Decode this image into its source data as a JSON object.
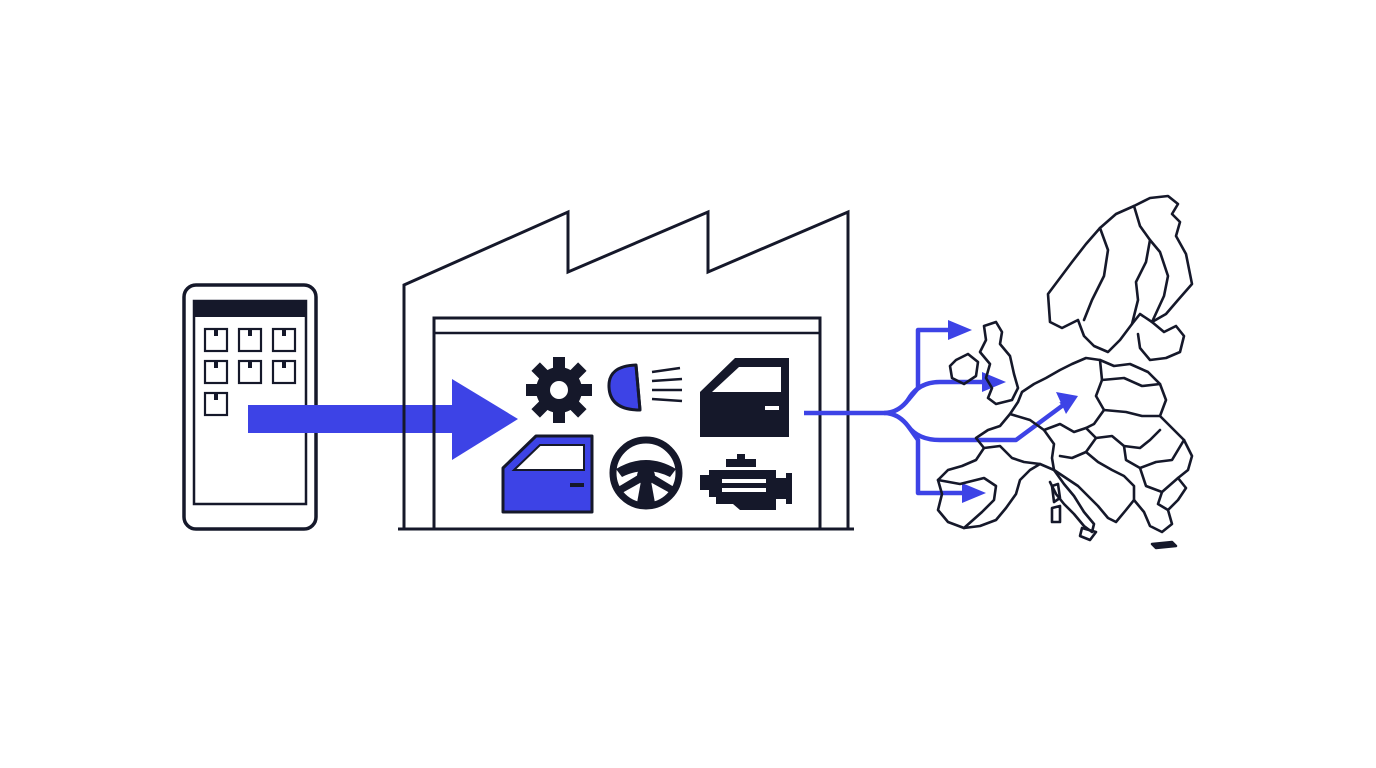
{
  "colors": {
    "ink": "#15182a",
    "accent": "#3d43e6",
    "background": "#ffffff"
  },
  "phone": {
    "icon": "smartphone-icon",
    "grid_rows": [
      3,
      3,
      1
    ]
  },
  "factory": {
    "icon": "factory-icon",
    "parts": [
      {
        "icon": "gear-icon",
        "highlighted": false
      },
      {
        "icon": "headlight-icon",
        "highlighted": true
      },
      {
        "icon": "car-door-icon",
        "highlighted": false
      },
      {
        "icon": "car-door-icon",
        "highlighted": true
      },
      {
        "icon": "steering-wheel-icon",
        "highlighted": false
      },
      {
        "icon": "engine-icon",
        "highlighted": false
      }
    ]
  },
  "flow": {
    "order_arrow_icon": "arrow-right-icon",
    "distribution_branches": 4
  },
  "destination": {
    "icon": "europe-map-icon"
  }
}
